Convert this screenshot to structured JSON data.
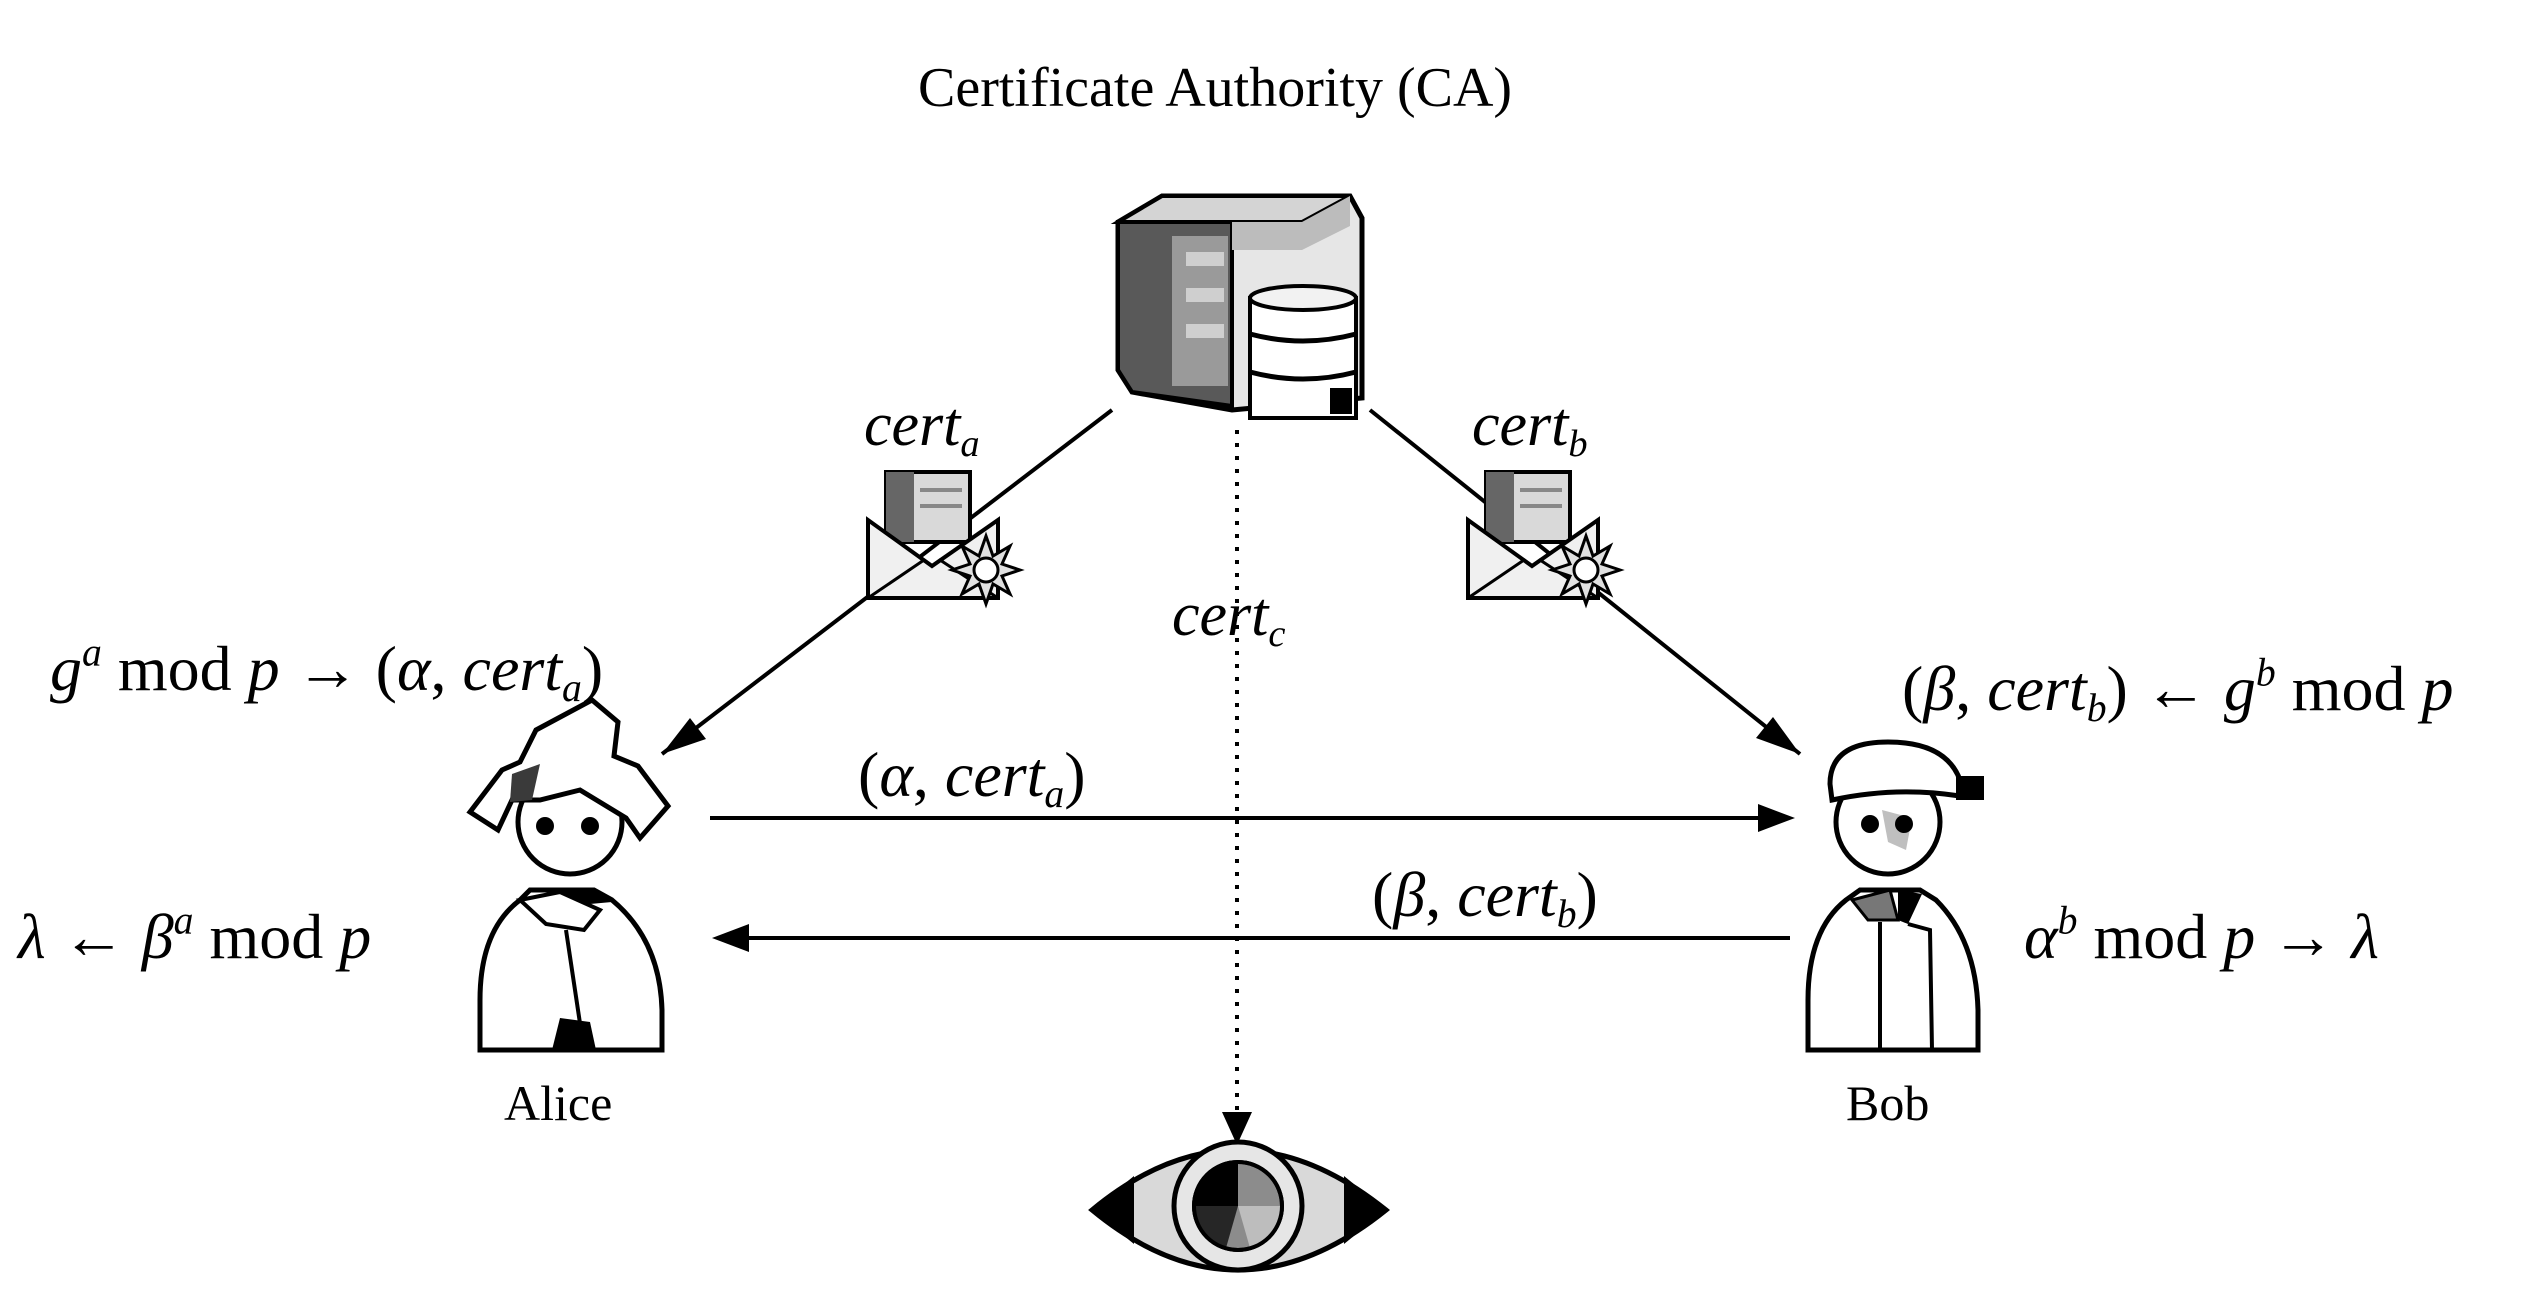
{
  "ca": {
    "title": "Certificate Authority (CA)",
    "icon": "server-database-icon"
  },
  "alice": {
    "name": "Alice",
    "icon": "person-icon"
  },
  "bob": {
    "name": "Bob",
    "icon": "person-icon"
  },
  "eve": {
    "icon": "eye-icon"
  },
  "certificates": {
    "cert_a": {
      "base": "cert",
      "sub": "a",
      "icon": "sealed-envelope-icon"
    },
    "cert_b": {
      "base": "cert",
      "sub": "b",
      "icon": "sealed-envelope-icon"
    },
    "cert_c": {
      "base": "cert",
      "sub": "c"
    }
  },
  "equations": {
    "alice_send": {
      "g": "g",
      "exp": "a",
      "mod": "mod",
      "p": "p",
      "arrow": "→",
      "open": "(",
      "alpha": "α",
      "comma": ", ",
      "cert": "cert",
      "sub": "a",
      "close": ")"
    },
    "bob_send": {
      "open": "(",
      "beta": "β",
      "comma": ", ",
      "cert": "cert",
      "sub": "b",
      "close": ")",
      "arrow": "←",
      "g": "g",
      "exp": "b",
      "mod": "mod",
      "p": "p"
    },
    "alice_key": {
      "lambda": "λ",
      "arrow": "←",
      "beta": "β",
      "exp": "a",
      "mod": "mod",
      "p": "p"
    },
    "bob_key": {
      "alpha": "α",
      "exp": "b",
      "mod": "mod",
      "p": "p",
      "arrow": "→",
      "lambda": "λ"
    }
  },
  "messages": {
    "alice_to_bob": {
      "open": "(",
      "alpha": "α",
      "comma": ", ",
      "cert": "cert",
      "sub": "a",
      "close": ")"
    },
    "bob_to_alice": {
      "open": "(",
      "beta": "β",
      "comma": ", ",
      "cert": "cert",
      "sub": "b",
      "close": ")"
    }
  }
}
